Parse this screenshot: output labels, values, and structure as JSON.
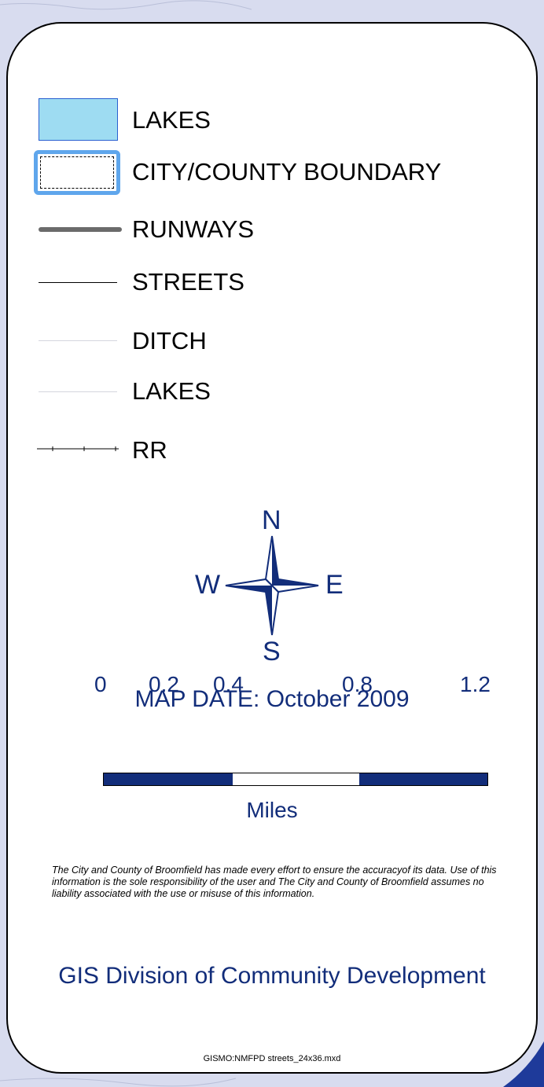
{
  "legend": [
    {
      "label": "LAKES",
      "symbol": "lakes-fill"
    },
    {
      "label": "CITY/COUNTY BOUNDARY",
      "symbol": "boundary-polygon"
    },
    {
      "label": "RUNWAYS",
      "symbol": "thick-gray-line"
    },
    {
      "label": "STREETS",
      "symbol": "thin-black-line"
    },
    {
      "label": "DITCH",
      "symbol": "faint-line"
    },
    {
      "label": "LAKES",
      "symbol": "faint-line"
    },
    {
      "label": "RR",
      "symbol": "railroad-line"
    }
  ],
  "compass": {
    "north": "N",
    "south": "S",
    "east": "E",
    "west": "W"
  },
  "map_date": "MAP DATE:  October 2009",
  "scale": {
    "ticks": [
      "0",
      "0.2",
      "0.4",
      "0.8",
      "1.2"
    ],
    "unit": "Miles"
  },
  "disclaimer": "The City and County of Broomfield has made every effort to ensure the accuracyof its data.  Use of this information is the sole responsibility of the user and The City and County of Broomfield assumes no liability associated with the use or misuse of this information.",
  "division": "GIS Division of Community Development",
  "file_name": "GISMO:NMFPD streets_24x36.mxd",
  "colors": {
    "lake_fill": "#9edcf2",
    "boundary": "#5fa6ec",
    "runway": "#6b6b6b",
    "accent_navy": "#122d7a"
  }
}
